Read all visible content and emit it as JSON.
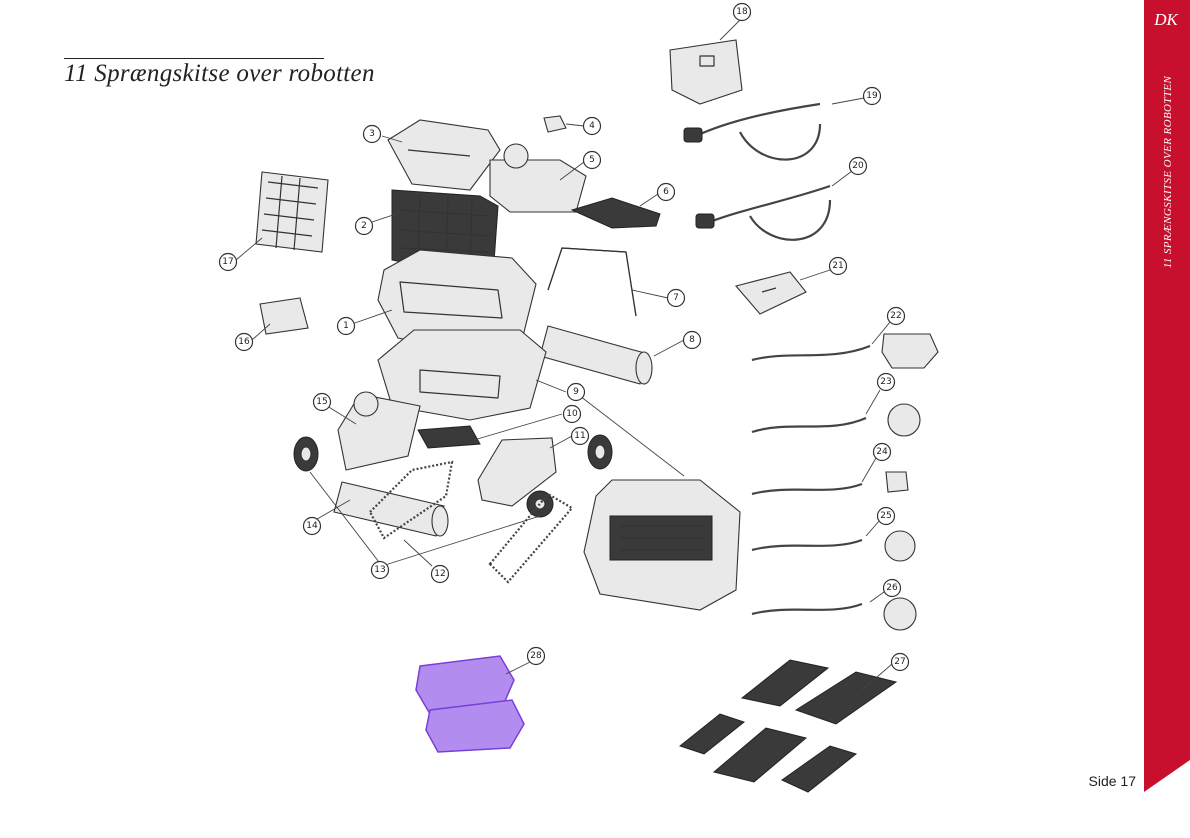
{
  "page": {
    "title": "11  Sprængskitse over robotten",
    "section_tab": "DK",
    "side_label": "11 SPRÆNGSKITSE OVER ROBOTTEN",
    "page_number": "Side 17"
  },
  "colors": {
    "accent": "#c8102e",
    "highlight": "#9b5de5",
    "line": "#333333"
  },
  "diagram": {
    "callouts": [
      "1",
      "2",
      "3",
      "4",
      "5",
      "6",
      "7",
      "8",
      "9",
      "10",
      "11",
      "12",
      "13",
      "14",
      "15",
      "16",
      "17",
      "18",
      "19",
      "20",
      "21",
      "22",
      "23",
      "24",
      "25",
      "26",
      "27",
      "28"
    ]
  }
}
